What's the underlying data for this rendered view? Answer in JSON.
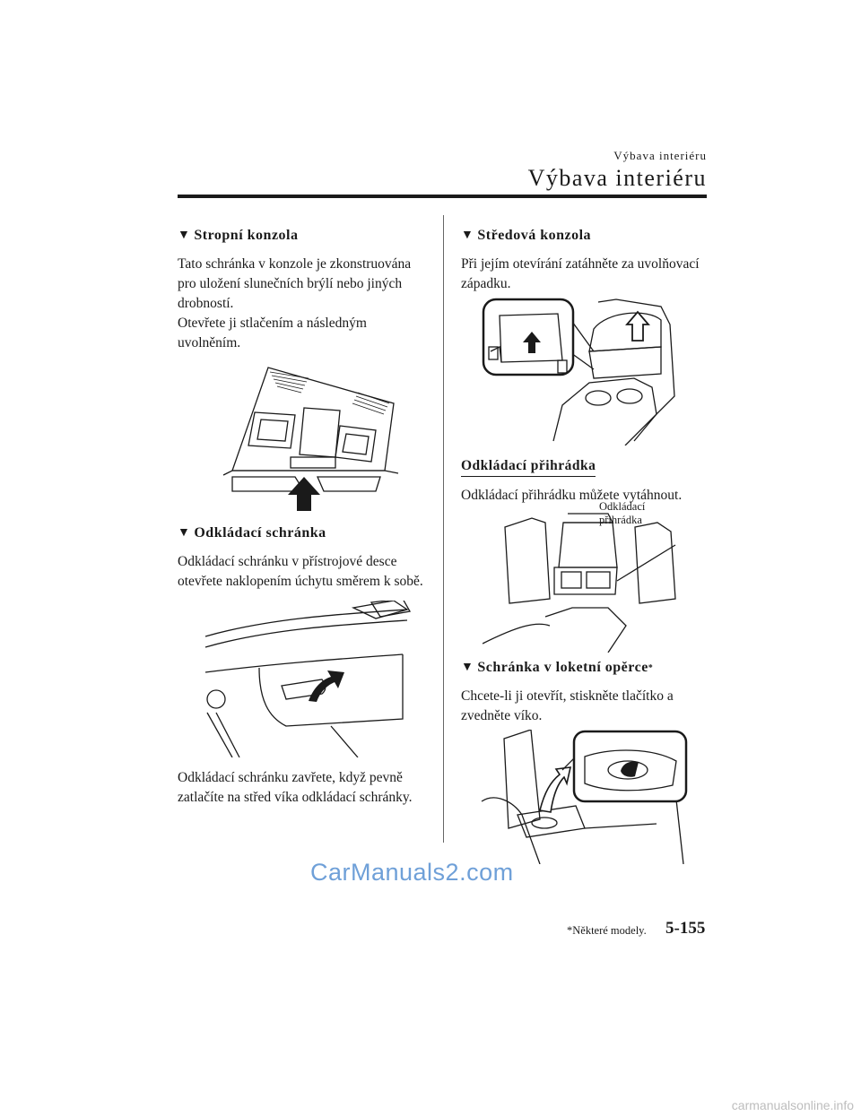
{
  "header": {
    "small_title": "Výbava interiéru",
    "big_title": "Výbava interiéru"
  },
  "left": {
    "s1": {
      "heading": "Stropní konzola",
      "p1": "Tato schránka v konzole je zkonstruována pro uložení slunečních brýlí nebo jiných drobností.",
      "p2": "Otevřete ji stlačením a následným uvolněním."
    },
    "s2": {
      "heading": "Odkládací schránka",
      "p1": "Odkládací schránku v přístrojové desce otevřete naklopením úchytu směrem k sobě.",
      "p2": "Odkládací schránku zavřete, když pevně zatlačíte na střed víka odkládací schránky."
    }
  },
  "right": {
    "s1": {
      "heading": "Středová konzola",
      "p1": "Při jejím otevírání zatáhněte za uvolňovací západku."
    },
    "sub": {
      "heading": "Odkládací přihrádka",
      "p1": "Odkládací přihrádku můžete vytáhnout.",
      "callout_line1": "Odkládací",
      "callout_line2": "přihrádka"
    },
    "s2": {
      "heading": "Schránka v loketní opěrce",
      "asterisk": "*",
      "p1": "Chcete-li ji otevřít, stiskněte tlačítko a zvedněte víko."
    }
  },
  "icons": {
    "section_marker": "▼"
  },
  "footer": {
    "watermark": "CarManuals2.com",
    "footnote": "*Některé modely.",
    "page_number": "5-155",
    "site": "carmanualsonline.info"
  },
  "colors": {
    "watermark": "#6fa0d8",
    "text": "#1a1a1a"
  }
}
